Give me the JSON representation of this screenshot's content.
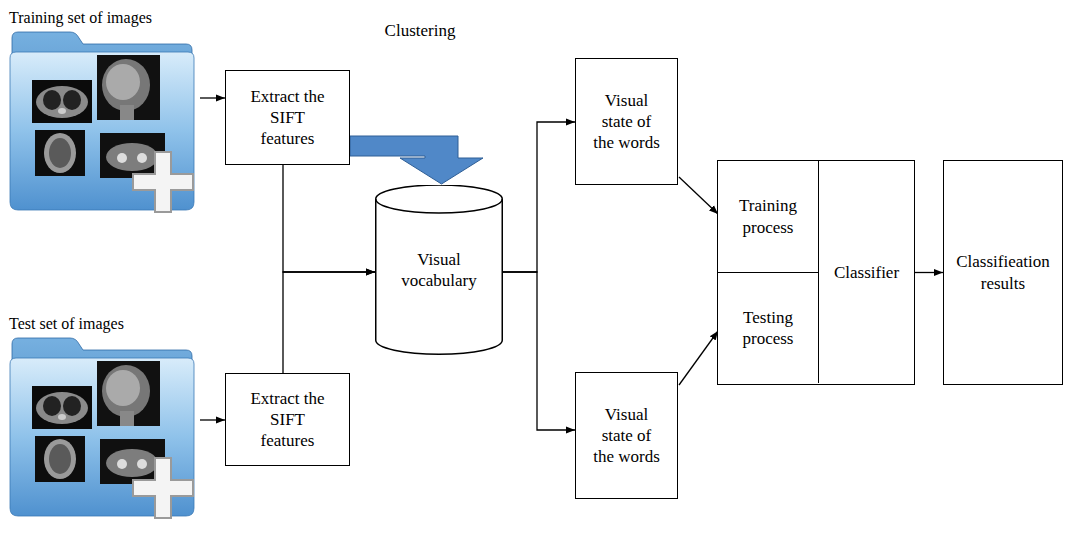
{
  "diagram": {
    "nodes": [
      {
        "text": [
          "Training set of images"
        ]
      },
      {
        "text": [
          "Extract the SIFT features"
        ]
      },
      {
        "text": [
          "Test set of images"
        ]
      },
      {
        "text": [
          "Extract the SIFT features"
        ]
      },
      {
        "text": [
          "Visual vocabulary"
        ]
      },
      {
        "text": [
          "Visual state of the words"
        ]
      },
      {
        "text": [
          "Visual state of the words"
        ]
      },
      {
        "text": [
          "Classifier"
        ]
      },
      {
        "text": [
          "Training process"
        ],
        "in": 7
      },
      {
        "text": [
          "Testing process"
        ],
        "in": 7
      },
      {
        "text": [
          "Classifieation results"
        ]
      }
    ],
    "edges": [
      {
        "from": 0,
        "to": 1,
        "arrow": "to"
      },
      {
        "from": 2,
        "to": 3,
        "arrow": "to"
      },
      {
        "from": 1,
        "to": 4,
        "label": "Clustering",
        "arrow": "to"
      },
      {
        "from": 1,
        "to": 4,
        "arrow": "to"
      },
      {
        "from": 3,
        "to": 4,
        "arrow": "to"
      },
      {
        "from": 4,
        "to": 5,
        "arrow": "to"
      },
      {
        "from": 4,
        "to": 6,
        "arrow": "to"
      },
      {
        "from": 5,
        "to": 8,
        "arrow": "to"
      },
      {
        "from": 6,
        "to": 9,
        "arrow": "to"
      },
      {
        "from": 7,
        "to": 10,
        "arrow": "to"
      }
    ]
  }
}
